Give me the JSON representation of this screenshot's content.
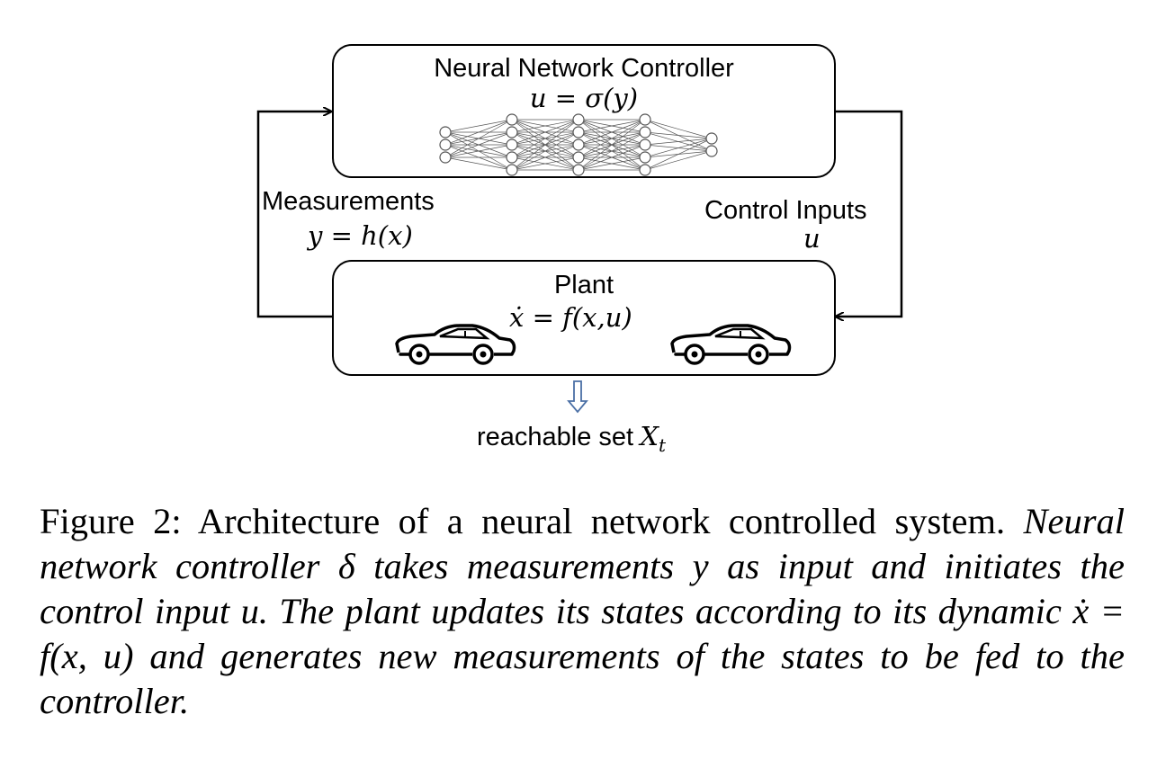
{
  "controller": {
    "title": "Neural Network Controller",
    "equation": "u = σ(y)"
  },
  "measurements": {
    "label": "Measurements",
    "equation": "y = h(x)"
  },
  "control_inputs": {
    "label": "Control Inputs",
    "equation": "u"
  },
  "plant": {
    "title": "Plant",
    "equation": "ẋ = f(x,u)"
  },
  "output": {
    "text": "reachable set",
    "symbol": "X",
    "subscript": "t"
  },
  "caption": {
    "lead": "Figure 2: Architecture of a neural network controlled system. ",
    "italic": "Neural network controller δ takes measurements y as input and initiates the control input u. The plant updates its states according to its dynamic ẋ = f(x, u) and generates new measurements of the states to be fed to the controller."
  },
  "colors": {
    "line": "#000000",
    "output_arrow": "#4a6fa5"
  }
}
